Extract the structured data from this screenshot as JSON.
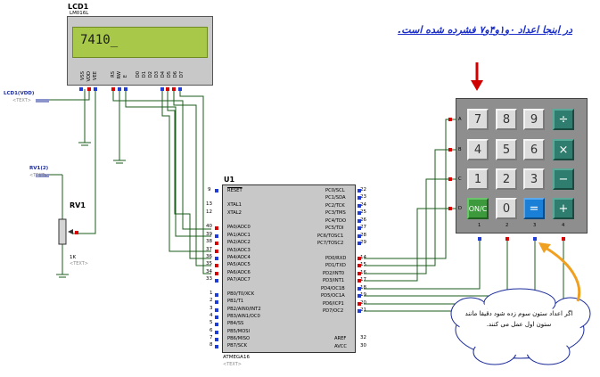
{
  "lcd": {
    "ref": "LCD1",
    "model": "LM016L",
    "display": "7410_",
    "text_tag": "<TEXT>",
    "vdd_label": "LCD1(VDD)",
    "pins": [
      "VSS",
      "VDD",
      "VEE",
      "RS",
      "RW",
      "E",
      "D0",
      "D1",
      "D2",
      "D3",
      "D4",
      "D5",
      "D6",
      "D7"
    ]
  },
  "rv1": {
    "ref": "RV1",
    "probe": "RV1(2)",
    "value": "1K",
    "text_tag": "<TEXT>"
  },
  "mcu": {
    "ref": "U1",
    "part": "ATMEGA16",
    "text_tag": "<TEXT>",
    "left_pins": [
      {
        "num": "9",
        "name": "RESET"
      },
      {
        "num": "13",
        "name": "XTAL1"
      },
      {
        "num": "12",
        "name": "XTAL2"
      },
      {
        "num": "40",
        "name": "PA0/ADC0"
      },
      {
        "num": "39",
        "name": "PA1/ADC1"
      },
      {
        "num": "38",
        "name": "PA2/ADC2"
      },
      {
        "num": "37",
        "name": "PA3/ADC3"
      },
      {
        "num": "36",
        "name": "PA4/ADC4"
      },
      {
        "num": "35",
        "name": "PA5/ADC5"
      },
      {
        "num": "34",
        "name": "PA6/ADC6"
      },
      {
        "num": "33",
        "name": "PA7/ADC7"
      },
      {
        "num": "1",
        "name": "PB0/T0/XCK"
      },
      {
        "num": "2",
        "name": "PB1/T1"
      },
      {
        "num": "3",
        "name": "PB2/AIN0/INT2"
      },
      {
        "num": "4",
        "name": "PB3/AIN1/OC0"
      },
      {
        "num": "5",
        "name": "PB4/SS"
      },
      {
        "num": "6",
        "name": "PB5/MOSI"
      },
      {
        "num": "7",
        "name": "PB6/MISO"
      },
      {
        "num": "8",
        "name": "PB7/SCK"
      }
    ],
    "right_pins": [
      {
        "num": "22",
        "name": "PC0/SCL"
      },
      {
        "num": "23",
        "name": "PC1/SDA"
      },
      {
        "num": "24",
        "name": "PC2/TCK"
      },
      {
        "num": "25",
        "name": "PC3/TMS"
      },
      {
        "num": "26",
        "name": "PC4/TDO"
      },
      {
        "num": "27",
        "name": "PC5/TDI"
      },
      {
        "num": "28",
        "name": "PC6/TOSC1"
      },
      {
        "num": "29",
        "name": "PC7/TOSC2"
      },
      {
        "num": "14",
        "name": "PD0/RXD"
      },
      {
        "num": "15",
        "name": "PD1/TXD"
      },
      {
        "num": "16",
        "name": "PD2/INT0"
      },
      {
        "num": "17",
        "name": "PD3/INT1"
      },
      {
        "num": "18",
        "name": "PD4/OC1B"
      },
      {
        "num": "19",
        "name": "PD5/OC1A"
      },
      {
        "num": "20",
        "name": "PD6/ICP1"
      },
      {
        "num": "21",
        "name": "PD7/OC2"
      },
      {
        "num": "32",
        "name": "AREF"
      },
      {
        "num": "30",
        "name": "AVCC"
      }
    ]
  },
  "keypad": {
    "rows": [
      "A",
      "B",
      "C",
      "D"
    ],
    "cols": [
      "1",
      "2",
      "3",
      "4"
    ],
    "keys": [
      [
        "7",
        "8",
        "9",
        "÷"
      ],
      [
        "4",
        "5",
        "6",
        "×"
      ],
      [
        "1",
        "2",
        "3",
        "−"
      ],
      [
        "ON/C",
        "0",
        "=",
        "+"
      ]
    ]
  },
  "annotations": {
    "top_note": "در اینجا اعداد ۰و۱و۴و۷ فشرده شده است.",
    "bubble_note": "اگر اعداد ستون سوم زده شود دقیقا مانند ستون اول عمل می کنند."
  },
  "colors": {
    "wire": "#1a5c1a",
    "pin_red": "#d80000",
    "pin_blue": "#1f3bd8",
    "arrow_red": "#d00000",
    "arrow_orange": "#f0a020",
    "lcd_green": "#a8c84a",
    "text_blue": "#1b2fc8"
  }
}
